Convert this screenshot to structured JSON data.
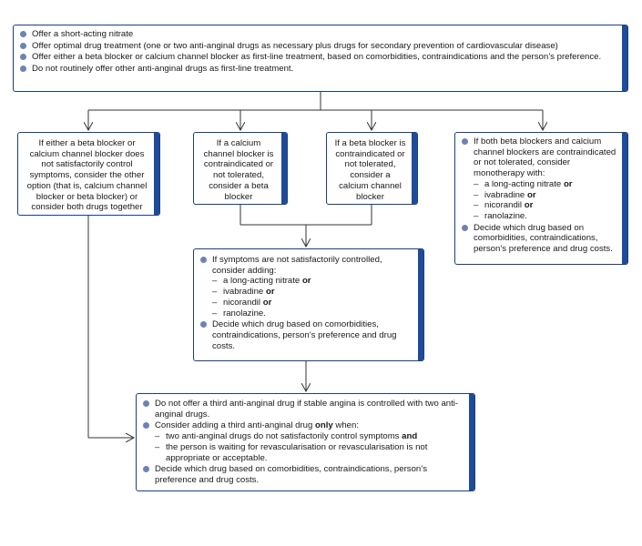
{
  "top_box": {
    "items": [
      "Offer a short-acting nitrate",
      "Offer optimal drug treatment (one or two anti-anginal drugs as necessary plus drugs for secondary prevention of cardiovascular disease)",
      "Offer either a beta blocker or calcium channel blocker as first-line treatment, based on comorbidities, contraindications and the person’s preference.",
      "Do not routinely offer other anti-anginal drugs as first-line treatment."
    ]
  },
  "box_either_not_controlled": {
    "text": "If either a beta blocker or calcium channel blocker does not satisfactorily control symptoms, consider the other option (that is, calcium channel blocker or beta blocker) or consider both drugs together"
  },
  "box_ccb_contraindicated": {
    "text": "If a calcium channel blocker is contraindicated or not tolerated, consider a beta blocker"
  },
  "box_bb_contraindicated": {
    "text": "If a beta blocker is contraindicated or not tolerated, consider a calcium channel blocker"
  },
  "box_both_contraindicated": {
    "intro": "If both beta blockers and calcium channel blockers are contraindicated or not tolerated, consider monotherapy with:",
    "options": [
      {
        "text": "a long-acting nitrate",
        "conj": "or"
      },
      {
        "text": "ivabradine",
        "conj": "or"
      },
      {
        "text": "nicorandil",
        "conj": "or"
      },
      {
        "text": "ranolazine.",
        "conj": ""
      }
    ],
    "decide": "Decide which drug based on comorbidities, contraindications, person’s preference and drug costs."
  },
  "box_consider_adding": {
    "intro": "If symptoms are not satisfactorily controlled, consider adding:",
    "options": [
      {
        "text": "a long-acting nitrate",
        "conj": "or"
      },
      {
        "text": "ivabradine",
        "conj": "or"
      },
      {
        "text": "nicorandil",
        "conj": "or"
      },
      {
        "text": "ranolazine.",
        "conj": ""
      }
    ],
    "decide": "Decide which drug based on comorbidities, contraindications, person’s preference and drug costs."
  },
  "box_third_drug": {
    "item1": "Do not offer a third anti-anginal drug if stable angina is controlled with two anti-anginal drugs.",
    "item2_pre": "Consider adding a third anti-anginal drug",
    "item2_bold": "only",
    "item2_post": "when:",
    "sub1_text": "two anti-anginal drugs do not satisfactorily control symptoms",
    "sub1_bold": "and",
    "sub2_text": "the person is waiting for revascularisation or revascularisation is not appropriate or acceptable.",
    "item3": "Decide which drug based on comorbidities, contraindications, person’s preference and drug costs."
  },
  "colors": {
    "border": "#1b3f80",
    "side_bar": "#1e4b9a",
    "bullet": "#6e82b4",
    "connector": "#333333"
  }
}
